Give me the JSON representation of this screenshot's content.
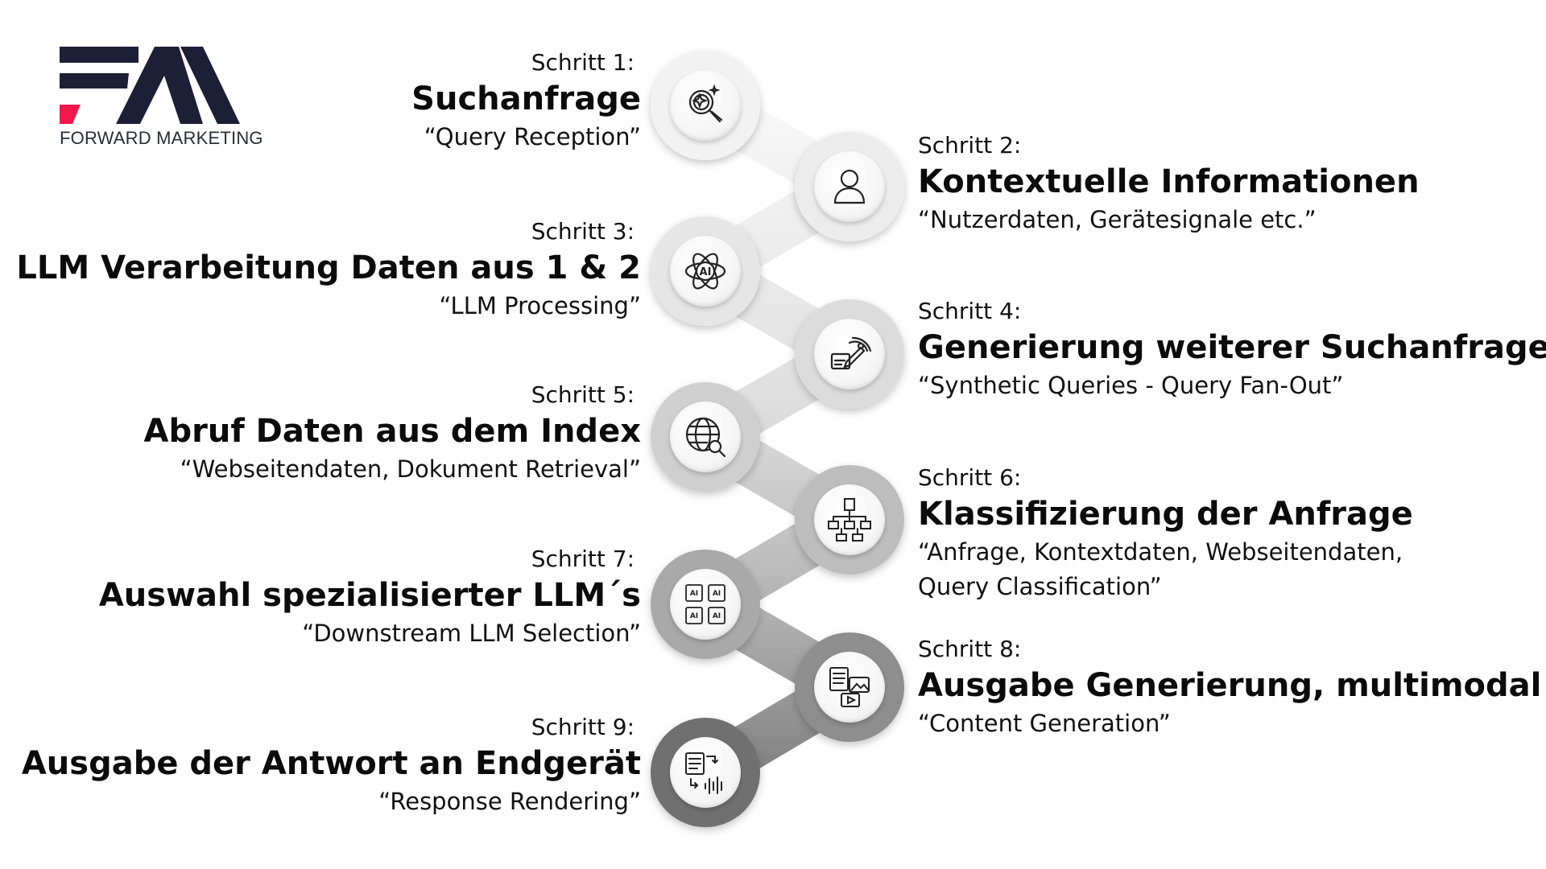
{
  "brand": {
    "name": "FORWARD MARKETING",
    "colors": {
      "navy": "#1d1f36",
      "pink": "#f0174b"
    }
  },
  "steps": [
    {
      "label": "Schritt 1:",
      "title": "Suchanfrage",
      "subtitle": "“Query Reception”",
      "icon": "magnifier-sparkle-icon"
    },
    {
      "label": "Schritt 2:",
      "title": "Kontextuelle Informationen",
      "subtitle": "“Nutzerdaten, Gerätesignale etc.”",
      "icon": "user-icon"
    },
    {
      "label": "Schritt 3:",
      "title": "LLM Verarbeitung Daten aus 1 & 2",
      "subtitle": "“LLM Processing”",
      "icon": "ai-atom-icon"
    },
    {
      "label": "Schritt 4:",
      "title": "Generierung weiterer Suchanfragen",
      "subtitle": "“Synthetic Queries - Query Fan-Out”",
      "icon": "ai-writing-icon"
    },
    {
      "label": "Schritt 5:",
      "title": "Abruf Daten aus dem Index",
      "subtitle": "“Webseitendaten, Dokument Retrieval”",
      "icon": "globe-search-icon"
    },
    {
      "label": "Schritt 6:",
      "title": "Klassifizierung der Anfrage",
      "subtitle_lines": [
        "“Anfrage, Kontextdaten, Webseitendaten,",
        "Query Classification”"
      ],
      "icon": "hierarchy-icon"
    },
    {
      "label": "Schritt 7:",
      "title": "Auswahl spezialisierter LLM´s",
      "subtitle": "“Downstream LLM Selection”",
      "icon": "ai-chips-icon"
    },
    {
      "label": "Schritt 8:",
      "title": "Ausgabe Generierung, multimodal",
      "subtitle": "“Content Generation”",
      "icon": "multimedia-icon"
    },
    {
      "label": "Schritt 9:",
      "title": "Ausgabe der Antwort an Endgerät",
      "subtitle": "“Response Rendering”",
      "icon": "response-audio-icon"
    }
  ]
}
